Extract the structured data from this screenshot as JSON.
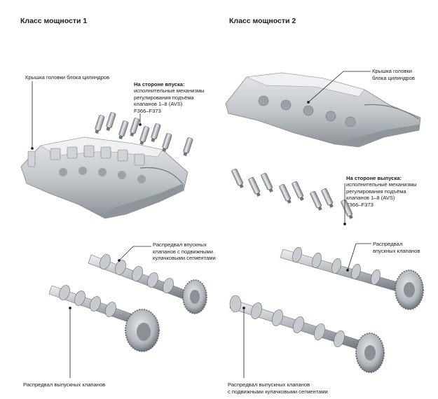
{
  "class1": {
    "heading": "Класс мощности 1",
    "cover_label": "Крышка головки блока цилиндров",
    "intake_side_title": "На стороне впуска:",
    "intake_side_text": "исполнительные механизмы\nрегулирования подъёма\nклапанов 1–8 (AVS)\nF366–F373",
    "intake_cam_label": "Распредвал впускных\nклапанов с подвижными\nкулачковыми сегментами",
    "exhaust_cam_label": "Распредвал выпускных клапанов"
  },
  "class2": {
    "heading": "Класс мощности 2",
    "cover_label": "Крышка головки\nблока цилиндров",
    "exhaust_side_title": "На стороне выпуска:",
    "exhaust_side_text": "исполнительные механизмы\nрегулирования подъёма\nклапанов 1–8 (AVS)\nF366–F373",
    "intake_cam_label": "Распредвал\nвпускных клапанов",
    "exhaust_cam_label": "Распредвал выпускных клапанов\nс подвижными кулачковыми сегментами"
  },
  "colors": {
    "metal_light": "#d9dcdf",
    "metal_mid": "#b4b9be",
    "metal_dark": "#7d848b",
    "leader": "#222222"
  }
}
